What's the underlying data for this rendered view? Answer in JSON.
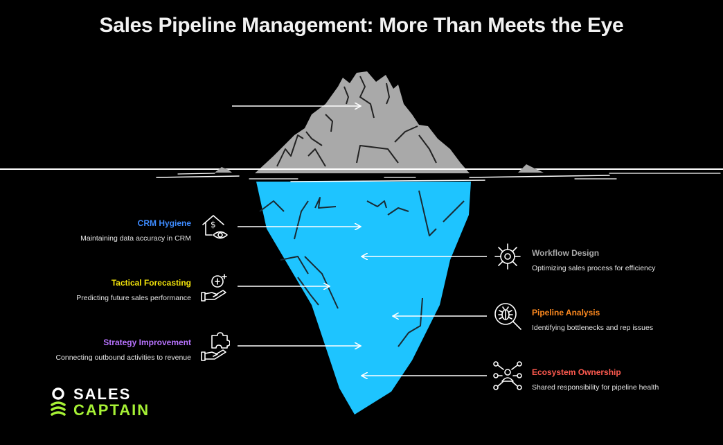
{
  "title": "Sales Pipeline Management: More Than Meets the Eye",
  "left_items": [
    {
      "heading": "CRM Hygiene",
      "description": "Maintaining data accuracy in CRM",
      "color": "#3d8bff",
      "icon": "house-dollar-eye-icon"
    },
    {
      "heading": "Tactical Forecasting",
      "description": "Predicting future sales performance",
      "color": "#f2e30b",
      "icon": "hand-coin-sparkle-icon"
    },
    {
      "heading": "Strategy Improvement",
      "description": "Connecting outbound activities to revenue",
      "color": "#b873ff",
      "icon": "hand-puzzle-icon"
    }
  ],
  "right_items": [
    {
      "heading": "Workflow Design",
      "description": "Optimizing sales process for efficiency",
      "color": "#a8a8a8",
      "icon": "gear-icon"
    },
    {
      "heading": "Pipeline Analysis",
      "description": "Identifying bottlenecks and rep issues",
      "color": "#ff8a1f",
      "icon": "bug-search-icon"
    },
    {
      "heading": "Ecosystem Ownership",
      "description": "Shared responsibility for pipeline health",
      "color": "#ff5a4f",
      "icon": "person-network-icon"
    }
  ],
  "logo": {
    "line1": "SALES",
    "line2": "CAPTAIN",
    "accent": "#a6f135"
  },
  "colors": {
    "water": "#1ec4ff",
    "ice": "#aaaaaa",
    "background": "#000000"
  }
}
